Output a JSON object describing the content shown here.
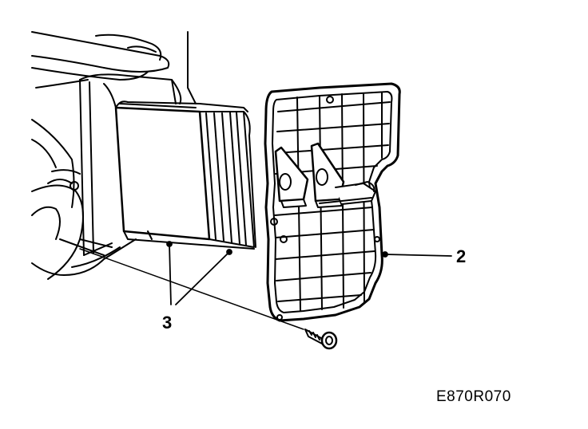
{
  "callouts": {
    "cover_plate": "2",
    "filter_element": "3"
  },
  "figure_code": "E870R070"
}
